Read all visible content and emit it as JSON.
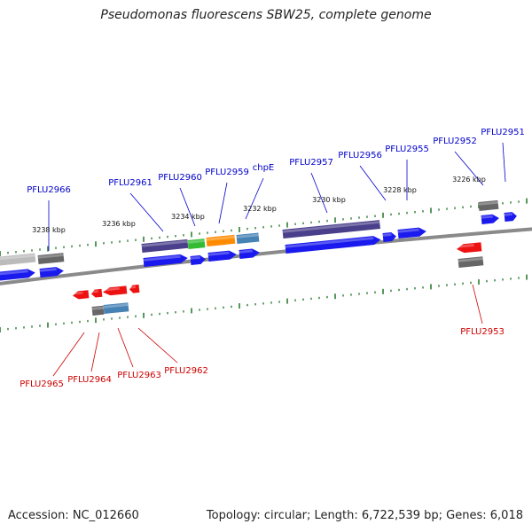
{
  "header": {
    "title": "Pseudomonas fluorescens SBW25, complete genome"
  },
  "footer": {
    "accession": "Accession: NC_012660",
    "summary": "Topology: circular; Length: 6,722,539 bp; Genes: 6,018"
  },
  "colors": {
    "forward_label": "#0000cc",
    "reverse_label": "#cc0000",
    "tick": "#2e7d32",
    "backbone": "#8a8a8a",
    "cds_blue": "#1a1aee",
    "cds_red": "#ee1111",
    "cds_gray": "#666666",
    "cds_light_gray": "#bbbbbb",
    "cds_purple": "#4a3f8a",
    "cds_green": "#33bb33",
    "cds_orange": "#ff8c00",
    "cds_steel": "#4682b4"
  },
  "scale": {
    "ticks": [
      "3226 kbp",
      "3228 kbp",
      "3230 kbp",
      "3232 kbp",
      "3234 kbp",
      "3236 kbp",
      "3238 kbp"
    ]
  },
  "genes": {
    "forward": [
      "PFLU2966",
      "PFLU2961",
      "PFLU2960",
      "PFLU2959",
      "chpE",
      "PFLU2957",
      "PFLU2956",
      "PFLU2955",
      "PFLU2952",
      "PFLU2951"
    ],
    "reverse": [
      "PFLU2965",
      "PFLU2964",
      "PFLU2963",
      "PFLU2962",
      "PFLU2953"
    ]
  }
}
